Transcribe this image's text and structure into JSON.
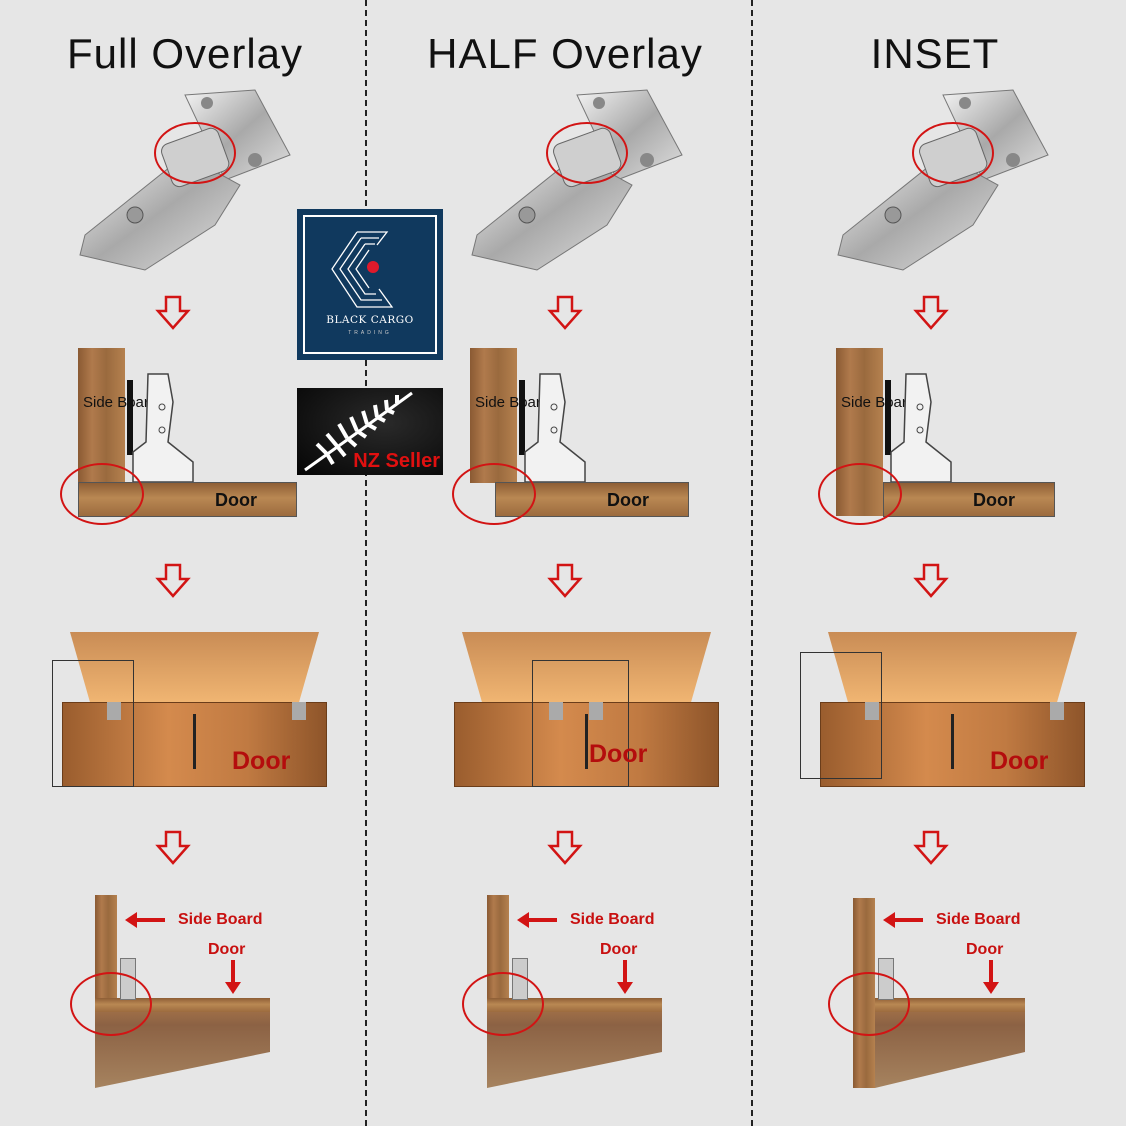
{
  "columns": [
    {
      "title": "Full Overlay",
      "side_board_label": "Side Board",
      "door_label": "Door",
      "cabinet_label": "Door",
      "corner_side_label": "Side Board",
      "corner_door_label": "Door",
      "type": "full"
    },
    {
      "title": "HALF Overlay",
      "side_board_label": "Side Board",
      "door_label": "Door",
      "cabinet_label": "Door",
      "corner_side_label": "Side Board",
      "corner_door_label": "Door",
      "type": "half"
    },
    {
      "title": "INSET",
      "side_board_label": "Side Board",
      "door_label": "Door",
      "cabinet_label": "Door",
      "corner_side_label": "Side Board",
      "corner_door_label": "Door",
      "type": "inset"
    }
  ],
  "logo": {
    "name": "BLACK CARGO",
    "subtitle": "TRADING"
  },
  "badge": {
    "label": "NZ Seller"
  },
  "colors": {
    "accent_red": "#d21414",
    "logo_blue": "#10395e",
    "background": "#e6e6e6"
  }
}
